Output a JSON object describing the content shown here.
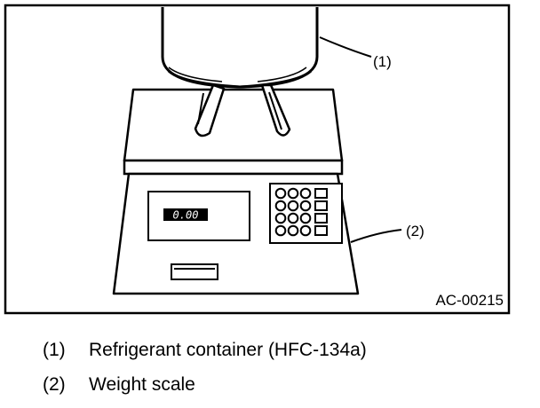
{
  "figure": {
    "callouts": [
      "(1)",
      "(2)"
    ],
    "code": "AC-00215",
    "display_readout": "0.00"
  },
  "legend": [
    {
      "number": "(1)",
      "text": "Refrigerant container (HFC-134a)"
    },
    {
      "number": "(2)",
      "text": "Weight scale"
    }
  ]
}
